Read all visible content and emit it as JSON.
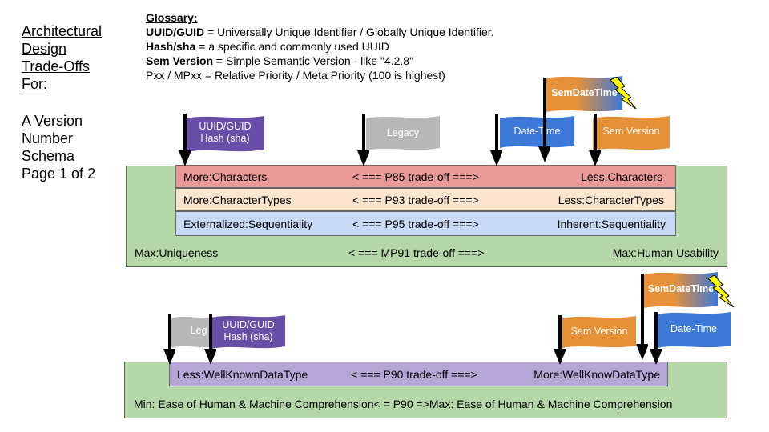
{
  "side": {
    "title_lines": [
      "Architectural",
      "Design",
      "Trade-Offs",
      "For:"
    ],
    "sub_lines": [
      "A Version",
      "Number",
      "Schema",
      "Page 1 of 2"
    ]
  },
  "glossary": {
    "heading": "Glossary:",
    "entries": [
      {
        "term": "UUID/GUID",
        "def": " = Universally Unique Identifier / Globally Unique Identifier."
      },
      {
        "term": "Hash/sha",
        "def": " = a specific and commonly used UUID"
      },
      {
        "term": "Sem Version",
        "def": " = Simple Semantic Version - like \"4.2.8\""
      },
      {
        "term": "",
        "def": "Pxx / MPxx = Relative Priority / Meta Priority (100 is highest)"
      }
    ]
  },
  "top_panel": {
    "rows": [
      {
        "left": "More:Characters",
        "mid": "< === P85 trade-off ===>",
        "right": "Less:Characters",
        "color": "#ea9999"
      },
      {
        "left": "More:CharacterTypes",
        "mid": "< === P93 trade-off ===>",
        "right": "Less:CharacterTypes",
        "color": "#fce5cd"
      },
      {
        "left": "Externalized:Sequentiality",
        "mid": "< === P95 trade-off ===>",
        "right": "Inherent:Sequentiality",
        "color": "#c9daf8"
      }
    ],
    "footer": {
      "left": "Max:Uniqueness",
      "mid": "< === MP91 trade-off ===>",
      "right": "Max:Human Usability"
    },
    "bg": "#b6d7a8"
  },
  "bottom_panel": {
    "row": {
      "left": "Less:WellKnownDataType",
      "mid": "< === P90 trade-off ===>",
      "right": "More:WellKnowDataType",
      "color": "#b4a7d6"
    },
    "footer": "Min: Ease of Human & Machine Comprehension< = P90 =>Max: Ease of Human & Machine Comprehension",
    "bg": "#b6d7a8"
  },
  "flags": {
    "uuid": {
      "lines": [
        "UUID/GUID",
        "Hash (sha)"
      ],
      "color": "#674ea7"
    },
    "legacy": {
      "label": "Legacy",
      "short": "Leg",
      "color": "#b7b7b7"
    },
    "datetime": {
      "label": "Date-Time",
      "color": "#3c78d8"
    },
    "semversion": {
      "label": "Sem Version",
      "color": "#e69138"
    },
    "semdatetime": {
      "label": "SemDateTime",
      "color_left": "#e69138",
      "color_right": "#3c78d8"
    }
  },
  "lightning_color": "#ffff00"
}
